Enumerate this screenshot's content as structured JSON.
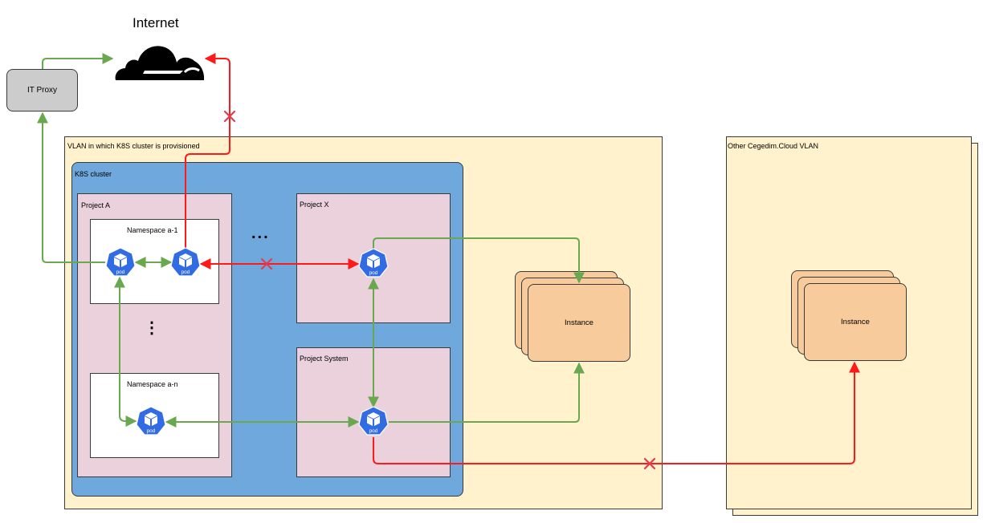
{
  "internet": {
    "title": "Internet",
    "icon": "cloud-icon"
  },
  "it_proxy": {
    "label": "IT Proxy"
  },
  "vlan_main": {
    "label": "VLAN in which K8S cluster is provisioned"
  },
  "k8s_cluster": {
    "label": "K8S cluster"
  },
  "projects": {
    "project_a": {
      "label": "Project A",
      "namespaces": [
        {
          "label": "Namespace a-1"
        },
        {
          "label": "Namespace a-n"
        }
      ],
      "ellipsis": "⋮"
    },
    "project_x": {
      "label": "Project X"
    },
    "project_system": {
      "label": "Project System"
    },
    "ellipsis": "..."
  },
  "pod": {
    "label": "pod",
    "icon": "kubernetes-pod-icon"
  },
  "instances": {
    "local": {
      "label": "Instance"
    },
    "other": {
      "label": "Instance"
    }
  },
  "vlan_other": {
    "label": "Other Cegedim.Cloud VLAN"
  },
  "colors": {
    "allowed": "#6aa84f",
    "blocked": "#ff1a1a",
    "blocked_mark": "#e03c50",
    "pod": "#326ce5",
    "vlan": "#fff2cc",
    "k8s": "#6fa8dc",
    "project": "#ead1dc",
    "instance": "#f8cb9c",
    "proxy": "#cccccc"
  },
  "connections": [
    {
      "from": "pod-a1-1",
      "to": "it-proxy",
      "type": "allowed"
    },
    {
      "from": "it-proxy",
      "to": "internet",
      "type": "allowed"
    },
    {
      "from": "pod-a1-2",
      "to": "internet",
      "type": "blocked"
    },
    {
      "from": "pod-a1-1",
      "to": "pod-a1-2",
      "type": "allowed",
      "bidirectional": true
    },
    {
      "from": "pod-a1-2",
      "to": "pod-x",
      "type": "blocked",
      "bidirectional": true
    },
    {
      "from": "pod-a1-1",
      "to": "pod-an",
      "type": "allowed"
    },
    {
      "from": "pod-an",
      "to": "pod-system",
      "type": "allowed",
      "bidirectional": true
    },
    {
      "from": "pod-x",
      "to": "pod-system",
      "type": "allowed",
      "bidirectional": true
    },
    {
      "from": "pod-x",
      "to": "instance-local",
      "type": "allowed"
    },
    {
      "from": "pod-system",
      "to": "instance-local",
      "type": "allowed"
    },
    {
      "from": "pod-system",
      "to": "instance-other",
      "type": "blocked"
    }
  ]
}
